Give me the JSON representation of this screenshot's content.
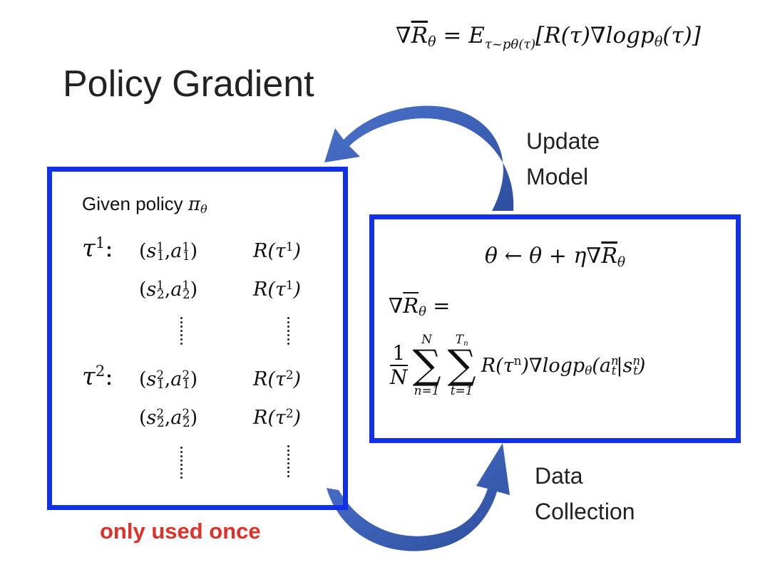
{
  "title": "Policy Gradient",
  "top_formula": {
    "lhs_nabla": "∇",
    "lhs_R": "R",
    "lhs_sub": "θ",
    "eq": " = ",
    "E": "E",
    "E_sub": "τ~pθ(τ)",
    "rhs": "[R(τ)∇logp",
    "rhs_sub": "θ",
    "rhs_end": "(τ)]"
  },
  "left_box": {
    "given_text": "Given policy ",
    "given_pi": "π",
    "given_pi_sub": "θ",
    "tau1_label": "τ",
    "tau1_sup": "1",
    "tau2_label": "τ",
    "tau2_sup": "2",
    "colon": ":",
    "pairs": [
      {
        "s_sub": "1",
        "s_sup": "1",
        "a_sub": "1",
        "a_sup": "1",
        "r": "R(τ",
        "r_sup": "1",
        "r_end": ")"
      },
      {
        "s_sub": "2",
        "s_sup": "1",
        "a_sub": "2",
        "a_sup": "1",
        "r": "R(τ",
        "r_sup": "1",
        "r_end": ")"
      },
      {
        "s_sub": "1",
        "s_sup": "2",
        "a_sub": "1",
        "a_sup": "2",
        "r": "R(τ",
        "r_sup": "2",
        "r_end": ")"
      },
      {
        "s_sub": "2",
        "s_sup": "2",
        "a_sub": "2",
        "a_sup": "2",
        "r": "R(τ",
        "r_sup": "2",
        "r_end": ")"
      }
    ]
  },
  "right_box": {
    "update_lhs": "θ ← θ + η∇",
    "update_R": "R",
    "update_sub": "θ",
    "grad_nabla": "∇",
    "grad_R": "R",
    "grad_sub": "θ",
    "grad_eq": " =",
    "frac_num": "1",
    "frac_den": "N",
    "sum1_top": "N",
    "sum1_bot": "n=1",
    "sum2_top": "T",
    "sum2_top_sub": "n",
    "sum2_bot": "t=1",
    "sigma": "∑",
    "tail_a": "R(τ",
    "tail_a_sup": "n",
    "tail_b": ")∇logp",
    "tail_b_sub": "θ",
    "tail_c": "(a",
    "tail_c_sup": "n",
    "tail_c_sub": "t",
    "tail_d": "|s",
    "tail_d_sup": "n",
    "tail_d_sub": "t",
    "tail_e": ")"
  },
  "labels": {
    "update_line1": "Update",
    "update_line2": "Model",
    "data_line1": "Data",
    "data_line2": "Collection",
    "only_used_once": "only used once"
  },
  "colors": {
    "box_border": "#1230e8",
    "arrow_fill": "#3a5fb8",
    "warning_text": "#e0302a"
  }
}
